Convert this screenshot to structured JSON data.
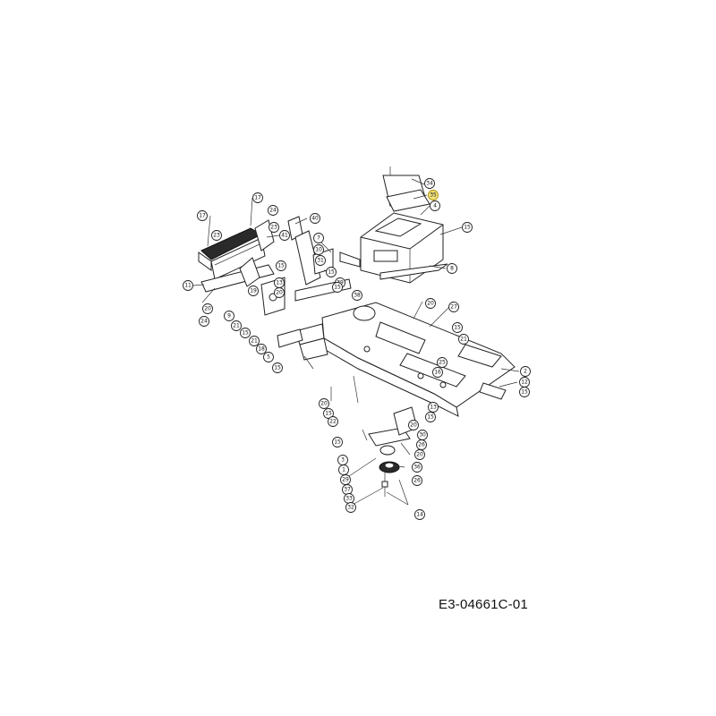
{
  "drawing_code": "E3-04661C-01",
  "highlighted_label": "35",
  "callouts": [
    {
      "id": "c-34",
      "label": "34"
    },
    {
      "id": "c-35",
      "label": "35"
    },
    {
      "id": "c-4",
      "label": "4"
    },
    {
      "id": "c-15a",
      "label": "15"
    },
    {
      "id": "c-8",
      "label": "8"
    },
    {
      "id": "c-17a",
      "label": "17"
    },
    {
      "id": "c-17b",
      "label": "17"
    },
    {
      "id": "c-24a",
      "label": "24"
    },
    {
      "id": "c-23a",
      "label": "23"
    },
    {
      "id": "c-23b",
      "label": "23"
    },
    {
      "id": "c-40",
      "label": "40"
    },
    {
      "id": "c-41",
      "label": "41"
    },
    {
      "id": "c-7",
      "label": "7"
    },
    {
      "id": "c-10",
      "label": "10"
    },
    {
      "id": "c-31a",
      "label": "31"
    },
    {
      "id": "c-15b",
      "label": "15"
    },
    {
      "id": "c-15c",
      "label": "15"
    },
    {
      "id": "c-11",
      "label": "11"
    },
    {
      "id": "c-13",
      "label": "13"
    },
    {
      "id": "c-19",
      "label": "19"
    },
    {
      "id": "c-20a",
      "label": "20"
    },
    {
      "id": "c-20b",
      "label": "20"
    },
    {
      "id": "c-24b",
      "label": "24"
    },
    {
      "id": "c-9",
      "label": "9"
    },
    {
      "id": "c-21a",
      "label": "21"
    },
    {
      "id": "c-15d",
      "label": "15"
    },
    {
      "id": "c-21b",
      "label": "21"
    },
    {
      "id": "c-18",
      "label": "18"
    },
    {
      "id": "c-5",
      "label": "5"
    },
    {
      "id": "c-15e",
      "label": "15"
    },
    {
      "id": "c-39",
      "label": "39"
    },
    {
      "id": "c-15f",
      "label": "15"
    },
    {
      "id": "c-38",
      "label": "38"
    },
    {
      "id": "c-20c",
      "label": "20"
    },
    {
      "id": "c-27",
      "label": "27"
    },
    {
      "id": "c-15g",
      "label": "15"
    },
    {
      "id": "c-21c",
      "label": "21"
    },
    {
      "id": "c-25",
      "label": "25"
    },
    {
      "id": "c-16",
      "label": "16"
    },
    {
      "id": "c-2",
      "label": "2"
    },
    {
      "id": "c-12",
      "label": "12"
    },
    {
      "id": "c-15h",
      "label": "15"
    },
    {
      "id": "c-20d",
      "label": "20"
    },
    {
      "id": "c-15i",
      "label": "15"
    },
    {
      "id": "c-22",
      "label": "22"
    },
    {
      "id": "c-13b",
      "label": "13"
    },
    {
      "id": "c-15j",
      "label": "15"
    },
    {
      "id": "c-20e",
      "label": "20"
    },
    {
      "id": "c-30",
      "label": "30"
    },
    {
      "id": "c-15k",
      "label": "15"
    },
    {
      "id": "c-26a",
      "label": "26"
    },
    {
      "id": "c-20f",
      "label": "20"
    },
    {
      "id": "c-3",
      "label": "3"
    },
    {
      "id": "c-1",
      "label": "1"
    },
    {
      "id": "c-36",
      "label": "36"
    },
    {
      "id": "c-29",
      "label": "29"
    },
    {
      "id": "c-26b",
      "label": "26"
    },
    {
      "id": "c-37",
      "label": "37"
    },
    {
      "id": "c-33",
      "label": "33"
    },
    {
      "id": "c-32",
      "label": "32"
    },
    {
      "id": "c-14",
      "label": "14"
    }
  ]
}
